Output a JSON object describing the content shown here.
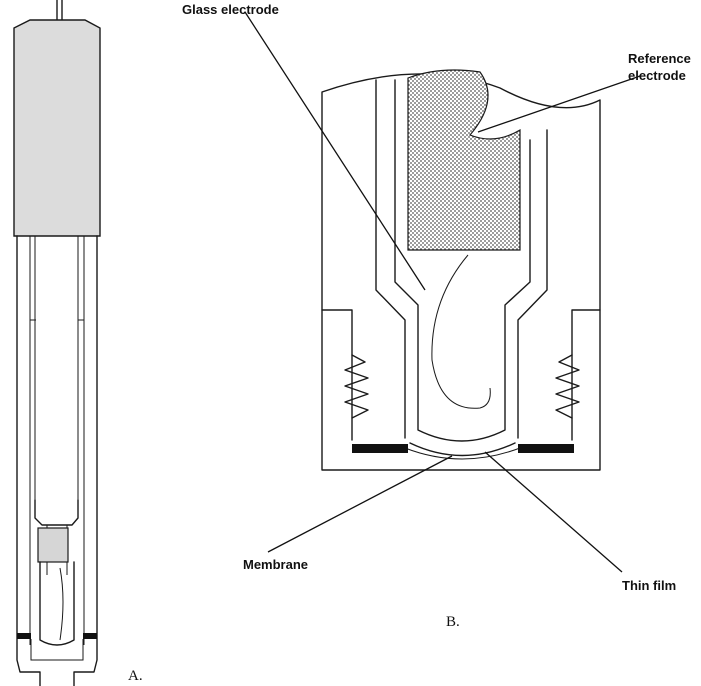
{
  "panels": {
    "a_label": "A.",
    "b_label": "B."
  },
  "labels": {
    "glass_electrode": "Glass electrode",
    "reference_electrode_line1": "Reference",
    "reference_electrode_line2": "electrode",
    "membrane": "Membrane",
    "thin_film": "Thin film"
  },
  "colors": {
    "line": "#1a1a1a",
    "cap_fill": "#dcdcdc",
    "stipple": "#555555",
    "seal": "#111111"
  }
}
